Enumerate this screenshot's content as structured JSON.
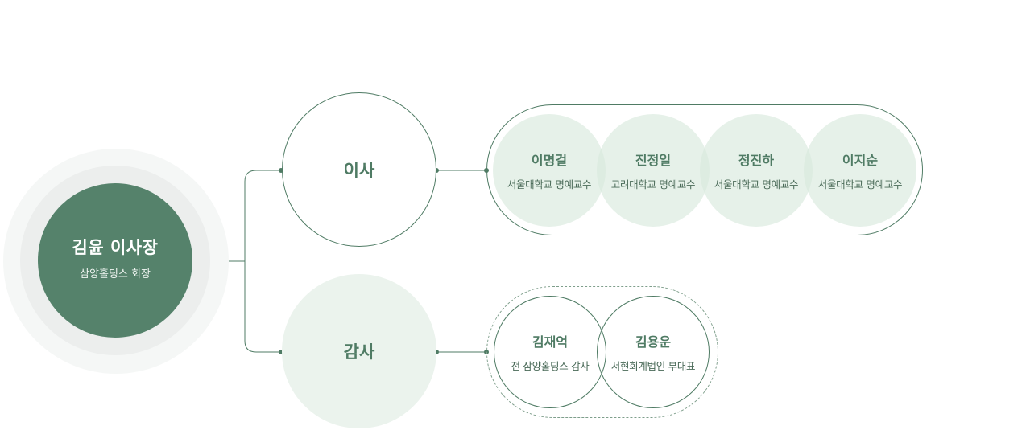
{
  "chairman": {
    "name": "김윤 이사장",
    "role": "삼양홀딩스 회장"
  },
  "groups": {
    "board": {
      "label": "이사",
      "members": [
        {
          "name": "이명걸",
          "role": "서울대학교 명예교수"
        },
        {
          "name": "진정일",
          "role": "고려대학교 명예교수"
        },
        {
          "name": "정진하",
          "role": "서울대학교 명예교수"
        },
        {
          "name": "이지순",
          "role": "서울대학교 명예교수"
        }
      ]
    },
    "audit": {
      "label": "감사",
      "members": [
        {
          "name": "김재억",
          "role": "전 삼양홀딩스 감사"
        },
        {
          "name": "김용운",
          "role": "서현회계법인 부대표"
        }
      ]
    }
  },
  "colors": {
    "primary": "#55826b",
    "line": "#4f7b64",
    "tint": "#ebf3ed",
    "halo": "#eceeed"
  }
}
